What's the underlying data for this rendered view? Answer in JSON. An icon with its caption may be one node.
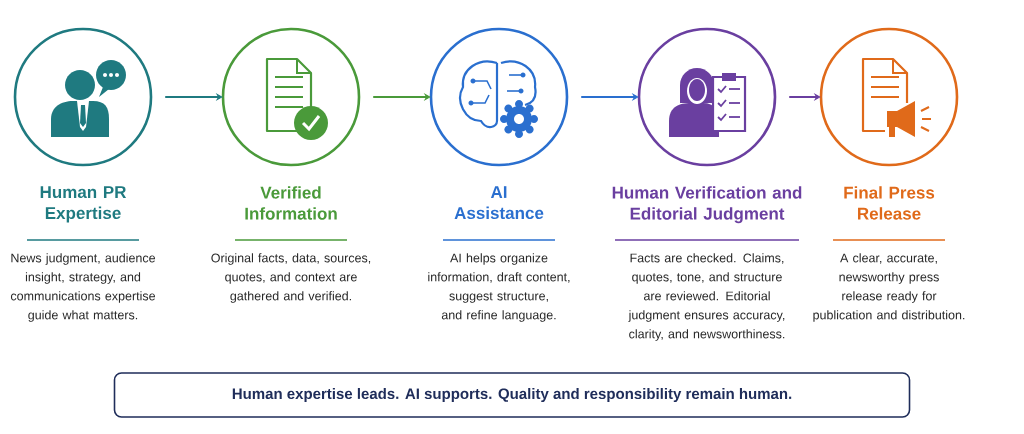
{
  "diagram": {
    "nodes": [
      {
        "text": [
          "Human PR Expertise",
          "News judgment, audience insight, strategy, and communications expertise guide what matters."
        ]
      },
      {
        "text": [
          "Verified Information",
          "Original facts, data, sources, quotes, and context are gathered and verified."
        ]
      },
      {
        "text": [
          "AI Assistance",
          "AI helps organize information, draft content, suggest structure, and refine language."
        ]
      },
      {
        "text": [
          "Human Verification and Editorial Judgment",
          "Facts are checked. Claims, quotes, tone, and structure are reviewed. Editorial judgment ensures accuracy, clarity, and newsworthiness."
        ]
      },
      {
        "text": [
          "Final Press Release",
          "A clear, accurate, newsworthy press release ready for publication and distribution."
        ]
      },
      {
        "text": [
          "Human expertise leads. AI supports. Quality and responsibility remain human."
        ]
      }
    ],
    "edges": [
      {
        "from": 0,
        "to": 1,
        "arrow": "to",
        "color": "#1f7a80"
      },
      {
        "from": 1,
        "to": 2,
        "arrow": "to",
        "color": "#4a9a3a"
      },
      {
        "from": 2,
        "to": 3,
        "arrow": "to",
        "color": "#2a6fcf"
      },
      {
        "from": 3,
        "to": 4,
        "arrow": "to",
        "color": "#6a3fa0"
      }
    ]
  }
}
